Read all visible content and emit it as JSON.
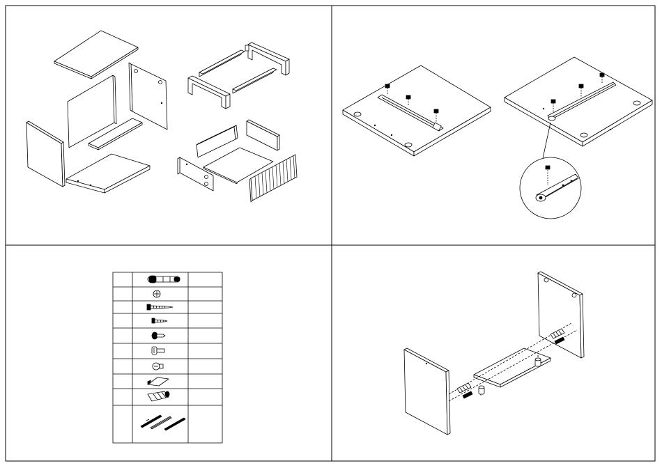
{
  "sheet": {
    "panels": [
      {
        "id": "exploded-view",
        "icon": "exploded-furniture-parts-icon"
      },
      {
        "id": "slide-rail-mounting",
        "icon": "drawer-slide-rail-screws-icon"
      },
      {
        "id": "hardware-list",
        "icon": "hardware-parts-table-icon"
      },
      {
        "id": "side-panel-assembly",
        "icon": "cam-lock-dowel-assembly-icon"
      }
    ],
    "hardware_rows": [
      {
        "icon": "cam-bolt-icon"
      },
      {
        "icon": "cam-lock-nut-icon"
      },
      {
        "icon": "long-wood-screw-icon"
      },
      {
        "icon": "short-wood-screw-icon"
      },
      {
        "icon": "pan-head-screw-icon"
      },
      {
        "icon": "machine-screw-icon"
      },
      {
        "icon": "short-machine-screw-icon"
      },
      {
        "icon": "metal-bracket-icon"
      },
      {
        "icon": "wooden-dowel-icon"
      },
      {
        "icon": "drawer-slide-rail-set-icon"
      }
    ],
    "colors": {
      "line": "#000000",
      "paper": "#ffffff"
    }
  }
}
